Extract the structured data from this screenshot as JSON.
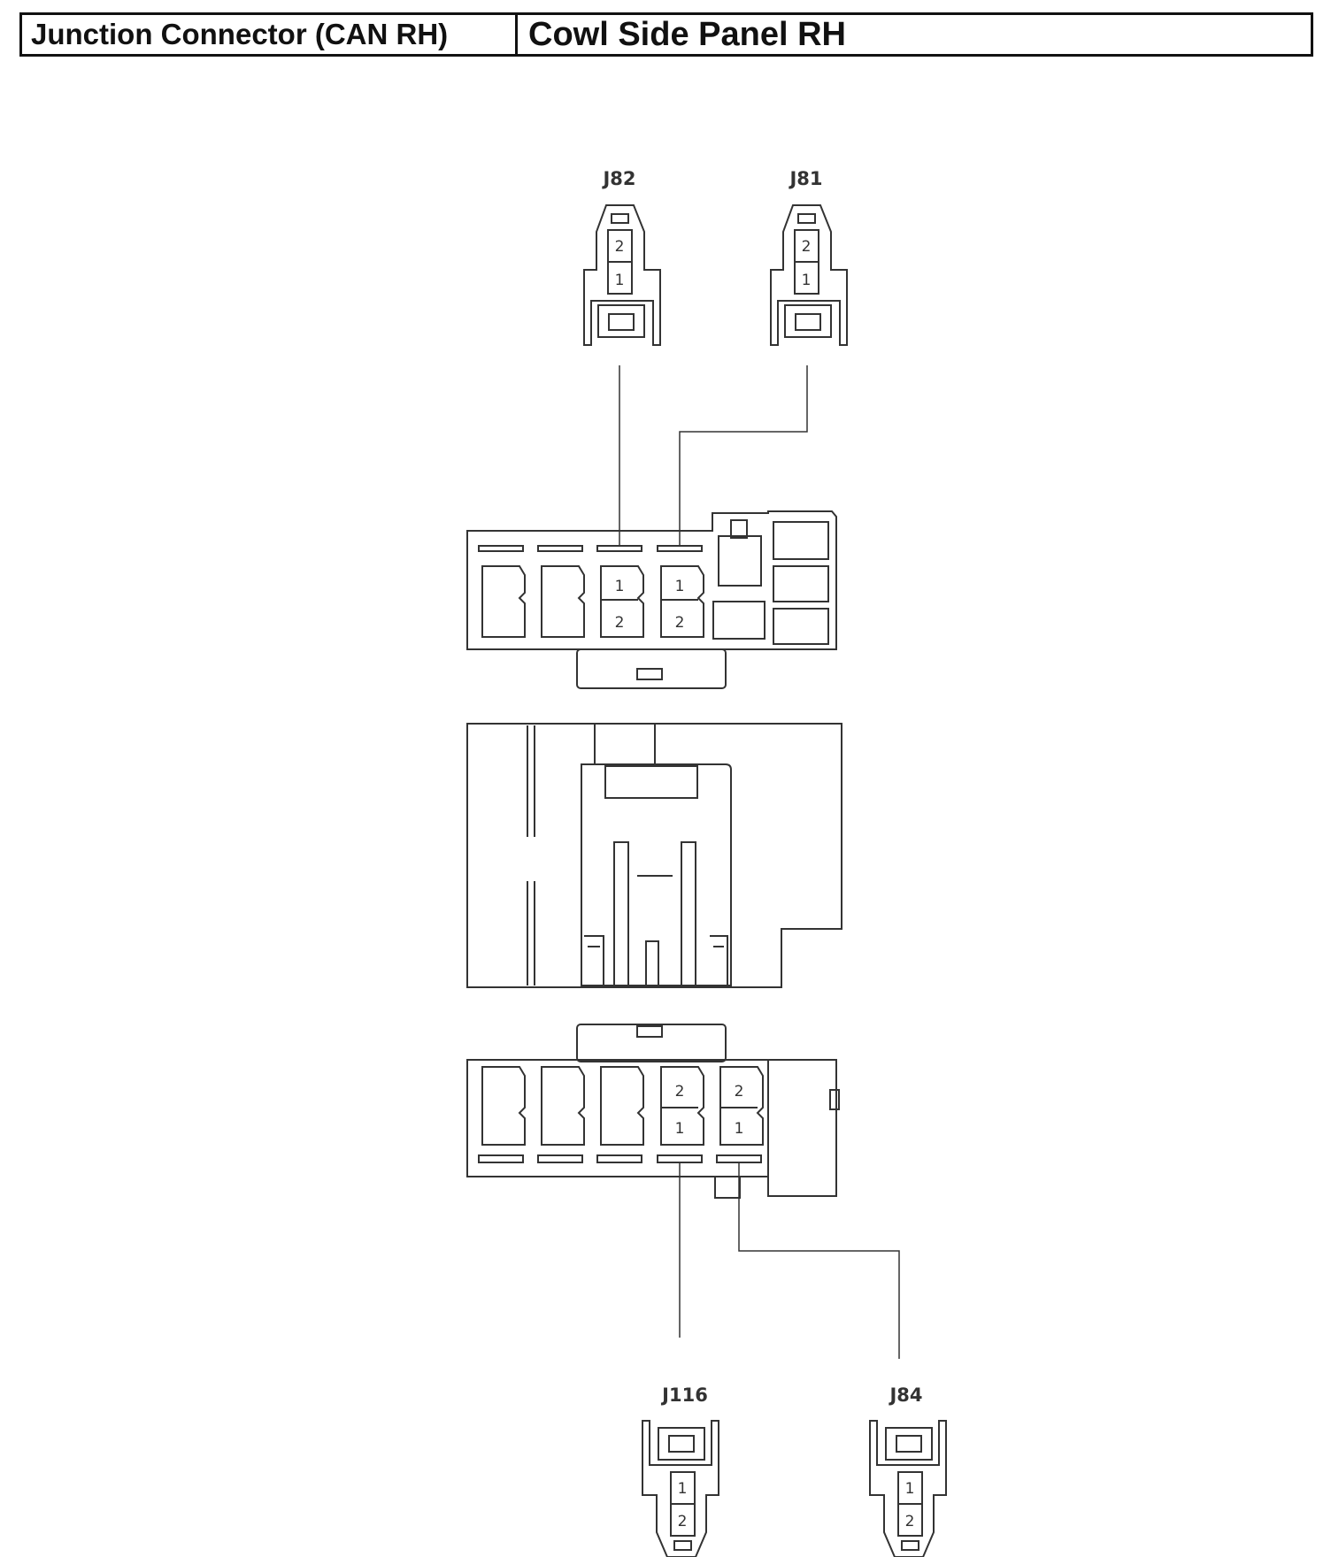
{
  "header": {
    "left_title": "Junction Connector (CAN RH)",
    "right_title": "Cowl Side Panel RH"
  },
  "connectors": {
    "j82": {
      "label": "J82",
      "pins": [
        "2",
        "1"
      ]
    },
    "j81": {
      "label": "J81",
      "pins": [
        "2",
        "1"
      ]
    },
    "j116": {
      "label": "J116",
      "pins": [
        "1",
        "2"
      ]
    },
    "j84": {
      "label": "J84",
      "pins": [
        "1",
        "2"
      ]
    }
  },
  "junction_upper": {
    "pins": [
      "1",
      "1",
      "2",
      "2"
    ]
  },
  "junction_lower": {
    "pins": [
      "2",
      "2",
      "1",
      "1"
    ]
  },
  "colors": {
    "line": "#333333",
    "border": "#111111",
    "background": "#ffffff"
  }
}
